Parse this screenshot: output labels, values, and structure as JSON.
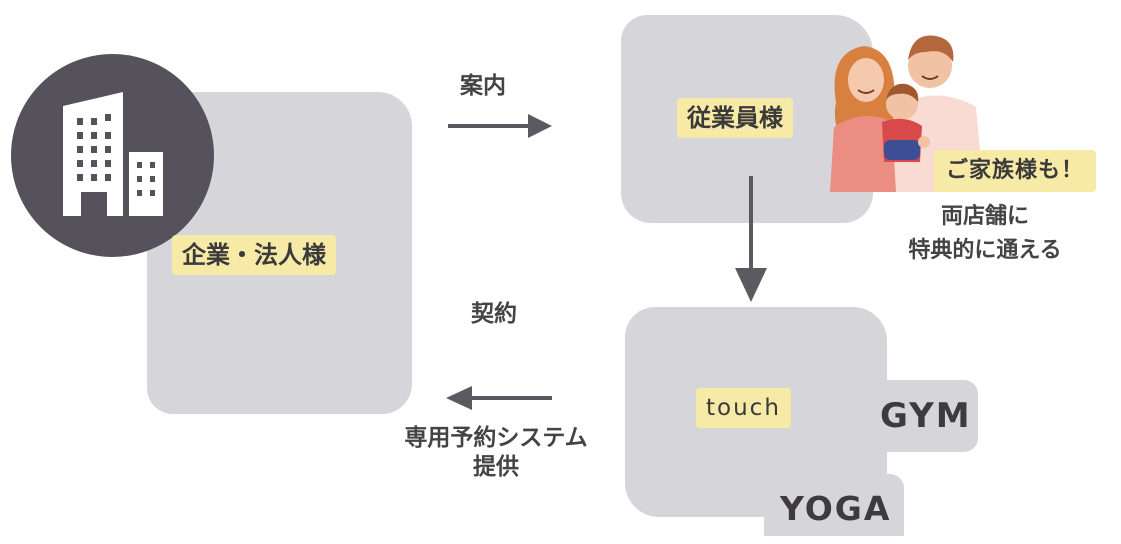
{
  "nodes": {
    "company": "企業・法人様",
    "employee": "従業員様",
    "touch": "touch",
    "gym": "GYM",
    "yoga": "YOGA"
  },
  "edges": {
    "guide": "案内",
    "contract": "契約",
    "system_line1": "専用予約システム",
    "system_line2": "提供"
  },
  "family": {
    "badge": "ご家族様も！",
    "benefit_line1": "両店舗に",
    "benefit_line2": "特典的に通える"
  },
  "colors": {
    "blob": "#d6d6da",
    "highlight": "#f7e9a6",
    "icon_circle": "#55525c",
    "arrow": "#5c5a60"
  }
}
